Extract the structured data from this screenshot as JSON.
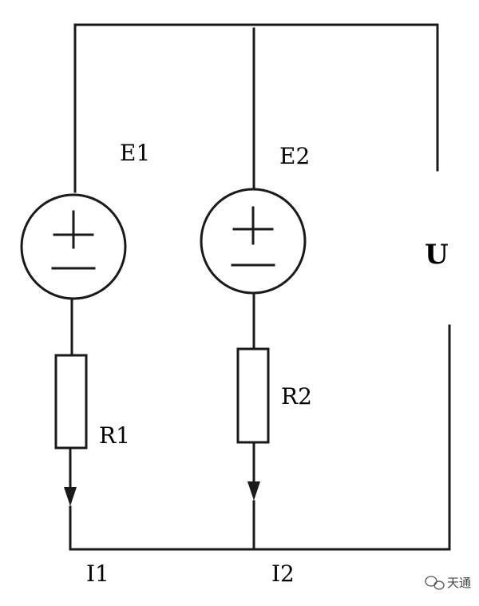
{
  "labels": {
    "e1": "E1",
    "e2": "E2",
    "u": "U",
    "r1": "R1",
    "r2": "R2",
    "i1": "I1",
    "i2": "I2"
  },
  "watermark": {
    "text": "天通",
    "icon": "chat-bubble-icon"
  },
  "colors": {
    "line": "#1a1a1a",
    "background": "#ffffff"
  }
}
